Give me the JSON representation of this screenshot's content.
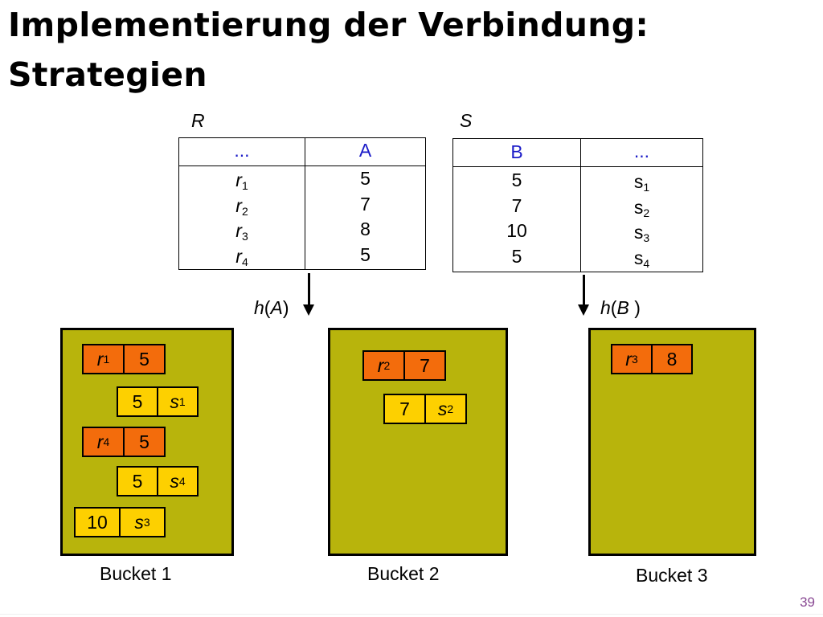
{
  "title_line1": "Implementierung der Verbindung:",
  "title_line2": "Strategien",
  "table_r": {
    "name": "R",
    "col1_header": "...",
    "col2_header": "A",
    "rows": [
      {
        "name": "r",
        "sub": "1",
        "a": "5"
      },
      {
        "name": "r",
        "sub": "2",
        "a": "7"
      },
      {
        "name": "r",
        "sub": "3",
        "a": "8"
      },
      {
        "name": "r",
        "sub": "4",
        "a": "5"
      }
    ]
  },
  "table_s": {
    "name": "S",
    "col1_header": "B",
    "col2_header": "...",
    "rows": [
      {
        "b": "5",
        "name": "s",
        "sub": "1"
      },
      {
        "b": "7",
        "name": "s",
        "sub": "2"
      },
      {
        "b": "10",
        "name": "s",
        "sub": "3"
      },
      {
        "b": "5",
        "name": "s",
        "sub": "4"
      }
    ]
  },
  "hash_a": {
    "fn": "h",
    "open": "(",
    "arg": "A",
    "close": ")"
  },
  "hash_b": {
    "fn": "h",
    "open": "(",
    "arg": "B",
    "close": " )"
  },
  "buckets": [
    {
      "label": "Bucket 1",
      "tuples": [
        {
          "kind": "r",
          "v1": "r",
          "s1": "1",
          "v2": "5"
        },
        {
          "kind": "s",
          "v1": "5",
          "v2": "s",
          "s2": "1"
        },
        {
          "kind": "r",
          "v1": "r",
          "s1": "4",
          "v2": "5"
        },
        {
          "kind": "s",
          "v1": "5",
          "v2": "s",
          "s2": "4"
        },
        {
          "kind": "s",
          "v1": "10",
          "v2": "s",
          "s2": "3"
        }
      ]
    },
    {
      "label": "Bucket 2",
      "tuples": [
        {
          "kind": "r",
          "v1": "r",
          "s1": "2",
          "v2": "7"
        },
        {
          "kind": "s",
          "v1": "7",
          "v2": "s",
          "s2": "2"
        }
      ]
    },
    {
      "label": "Bucket 3",
      "tuples": [
        {
          "kind": "r",
          "v1": "r",
          "s1": "3",
          "v2": "8"
        }
      ]
    }
  ],
  "colors": {
    "bucket": "#b8b40c",
    "r_tuple": "#f36c0c",
    "s_tuple": "#fdd000",
    "header_text": "#1c1cc8",
    "page_number": "#8a4a94"
  },
  "page_number": "39"
}
